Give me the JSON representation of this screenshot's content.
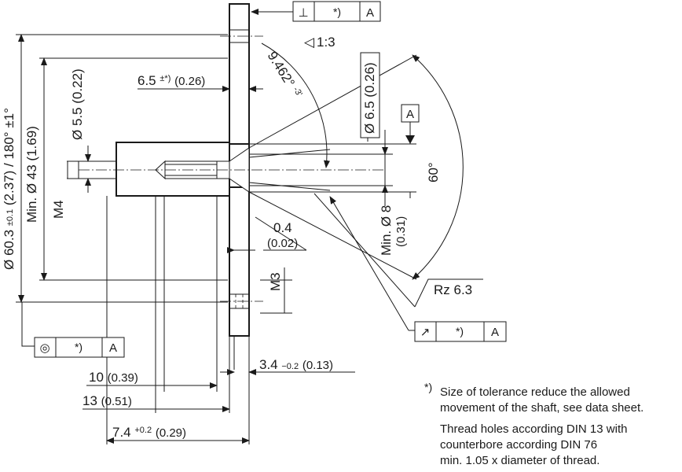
{
  "colors": {
    "line": "#1a1a1a",
    "background": "#ffffff"
  },
  "symbols": {
    "perpendicularity": "⊥",
    "runout": "↗",
    "concentricity": "◎",
    "taper": "◁"
  },
  "fcf": {
    "top": {
      "tolerance": "*)",
      "datum": "A"
    },
    "runout": {
      "tolerance": "*)",
      "datum": "A"
    },
    "concentricity": {
      "tolerance": "*)",
      "datum": "A"
    }
  },
  "datum_label": "A",
  "dims": {
    "dia_60_main": "Ø 60.3",
    "dia_60_tol": "±0.1",
    "dia_60_tail": "(2.37) / 180° ±1°",
    "dia_43": "Min. Ø 43 (1.69)",
    "dia_55": "Ø 5.5 (0.22)",
    "m4": "M4",
    "m3": "M3",
    "d65_main": "6.5",
    "d65_tol": "±*)",
    "d65_inch": "(0.26)",
    "taper": "1:3",
    "angle_main": "9.462°",
    "angle_tol": "-3'",
    "dia_65_box": "Ø 6.5 (0.26)",
    "angle_60": "60°",
    "min_dia_8": "Min. Ø 8",
    "min_dia_8_inch": "(0.31)",
    "d04": "0.4",
    "d04_inch": "(0.02)",
    "rz": "Rz 6.3",
    "d34_main": "3.4",
    "d34_tol": "−0.2",
    "d34_inch": "(0.13)",
    "d10_main": "10",
    "d10_inch": "(0.39)",
    "d13_main": "13",
    "d13_inch": "(0.51)",
    "d74_main": "7.4",
    "d74_tol": "+0.2",
    "d74_inch": "(0.29)"
  },
  "notes": {
    "star": "*)",
    "line1": "Size of tolerance reduce the allowed",
    "line2": "movement of the shaft, see data sheet.",
    "line3": "Thread holes according DIN 13 with",
    "line4": "counterbore according DIN 76",
    "line5": "min. 1.05 x diameter of thread."
  }
}
